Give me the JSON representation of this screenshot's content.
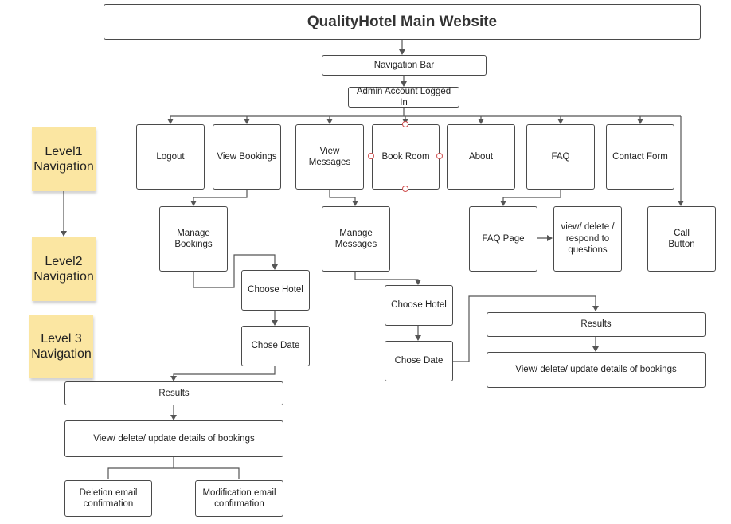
{
  "title": "QualityHotel Main Website",
  "nav_bar": "Navigation Bar",
  "admin": "Admin Account Logged In",
  "level1": {
    "logout": "Logout",
    "view_bookings": "View Bookings",
    "view_messages": "View Messages",
    "book_room": "Book Room",
    "about": "About",
    "faq": "FAQ",
    "contact_form": "Contact Form"
  },
  "level2": {
    "manage_bookings": "Manage\nBookings",
    "manage_messages": "Manage\nMessages",
    "faq_page": "FAQ Page",
    "faq_actions": "view/ delete /\nrespond to\nquestions",
    "call_button": "Call\nButton"
  },
  "level3": {
    "choose_hotel_a": "Choose Hotel",
    "chose_date_a": "Chose Date",
    "results_a": "Results",
    "details_a": "View/ delete/ update details of bookings",
    "deletion_email": "Deletion email\nconfirmation",
    "modification_email": "Modification email\nconfirmation",
    "choose_hotel_b": "Choose Hotel",
    "chose_date_b": "Chose Date",
    "results_b": "Results",
    "details_b": "View/ delete/ update details of bookings"
  },
  "stickies": {
    "level1": "Level1\nNavigation",
    "level2": "Level2\nNavigation",
    "level3": "Level 3\nNavigation"
  },
  "colors": {
    "sticky": "#fbe6a2",
    "line": "#555555",
    "handle": "#d05050"
  }
}
